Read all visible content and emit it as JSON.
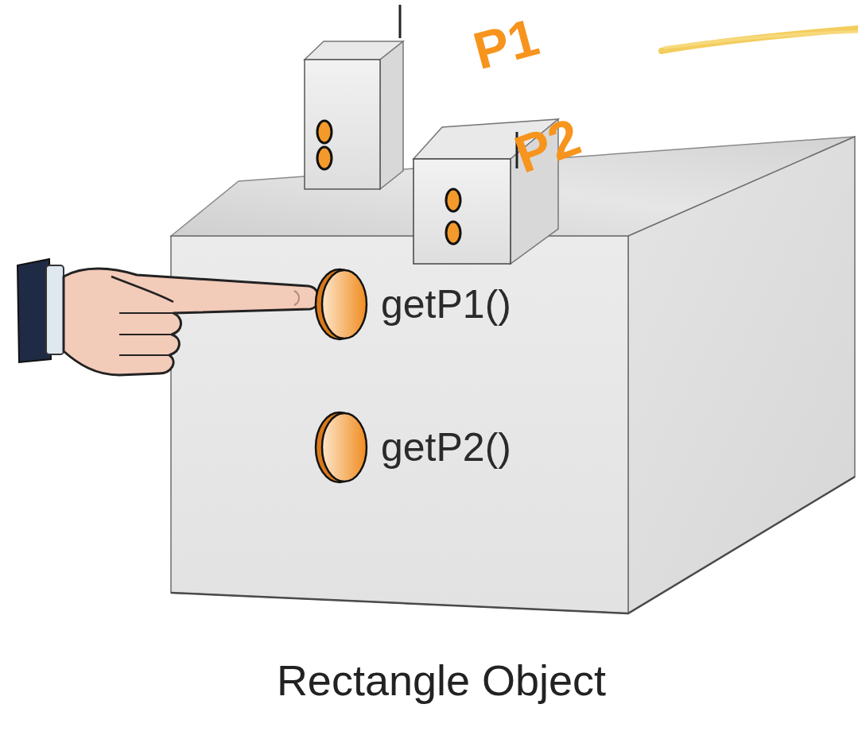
{
  "diagram": {
    "nodes": [
      {
        "text": [
          "P1"
        ]
      },
      {
        "text": [
          "P2"
        ]
      },
      {
        "text": [
          "Rectangle Object"
        ]
      },
      {
        "text": [
          "getP1()"
        ],
        "in": 2
      },
      {
        "text": [
          "getP2()"
        ],
        "in": 2
      }
    ]
  }
}
